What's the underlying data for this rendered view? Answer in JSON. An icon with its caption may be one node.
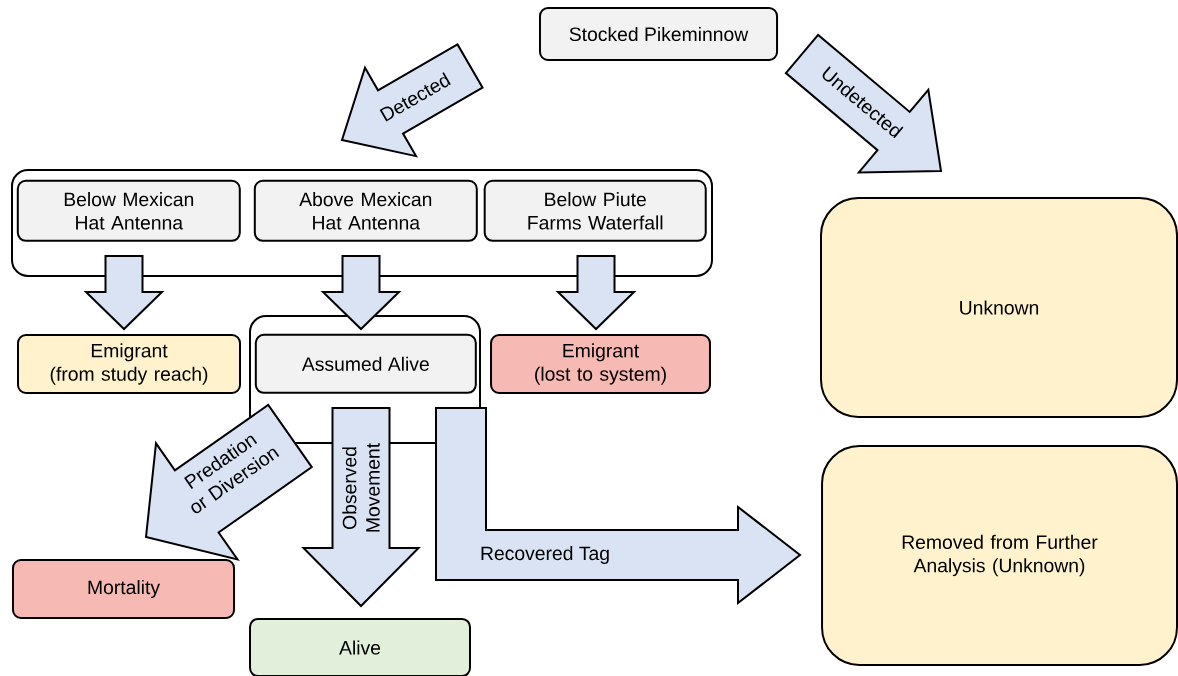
{
  "diagram": {
    "nodes": [
      {
        "text": [
          "Stocked Pikeminnow"
        ]
      },
      {
        "text": [],
        "shape": "box"
      },
      {
        "text": [
          "Below Mexican Hat Antenna"
        ],
        "in": 1
      },
      {
        "text": [
          "Above Mexican Hat Antenna"
        ],
        "in": 1
      },
      {
        "text": [
          "Below Piute Farms Waterfall"
        ],
        "in": 1
      },
      {
        "text": [
          "Emigrant",
          "(from study reach)"
        ]
      },
      {
        "text": [],
        "shape": "box"
      },
      {
        "text": [
          "Assumed Alive"
        ],
        "in": 6
      },
      {
        "text": [
          "Emigrant",
          "(lost to system)"
        ]
      },
      {
        "text": [
          "Unknown"
        ]
      },
      {
        "text": [
          "Removed from Further Analysis (Unknown)"
        ]
      },
      {
        "text": [
          "Mortality"
        ]
      },
      {
        "text": [
          "Alive"
        ]
      }
    ],
    "edges": [
      {
        "from": 0,
        "to": 1,
        "arrow": "to",
        "label": "Detected"
      },
      {
        "from": 0,
        "to": 9,
        "arrow": "to",
        "label": "Undetected"
      },
      {
        "from": 2,
        "to": 5,
        "arrow": "to"
      },
      {
        "from": 3,
        "to": 6,
        "arrow": "to"
      },
      {
        "from": 4,
        "to": 8,
        "arrow": "to"
      },
      {
        "from": 6,
        "to": 11,
        "arrow": "to",
        "label": "Predation or Diversion"
      },
      {
        "from": 6,
        "to": 12,
        "arrow": "to",
        "label": "Observed Movement"
      },
      {
        "from": 6,
        "to": 10,
        "arrow": "to",
        "label": "Recovered Tag"
      }
    ]
  }
}
